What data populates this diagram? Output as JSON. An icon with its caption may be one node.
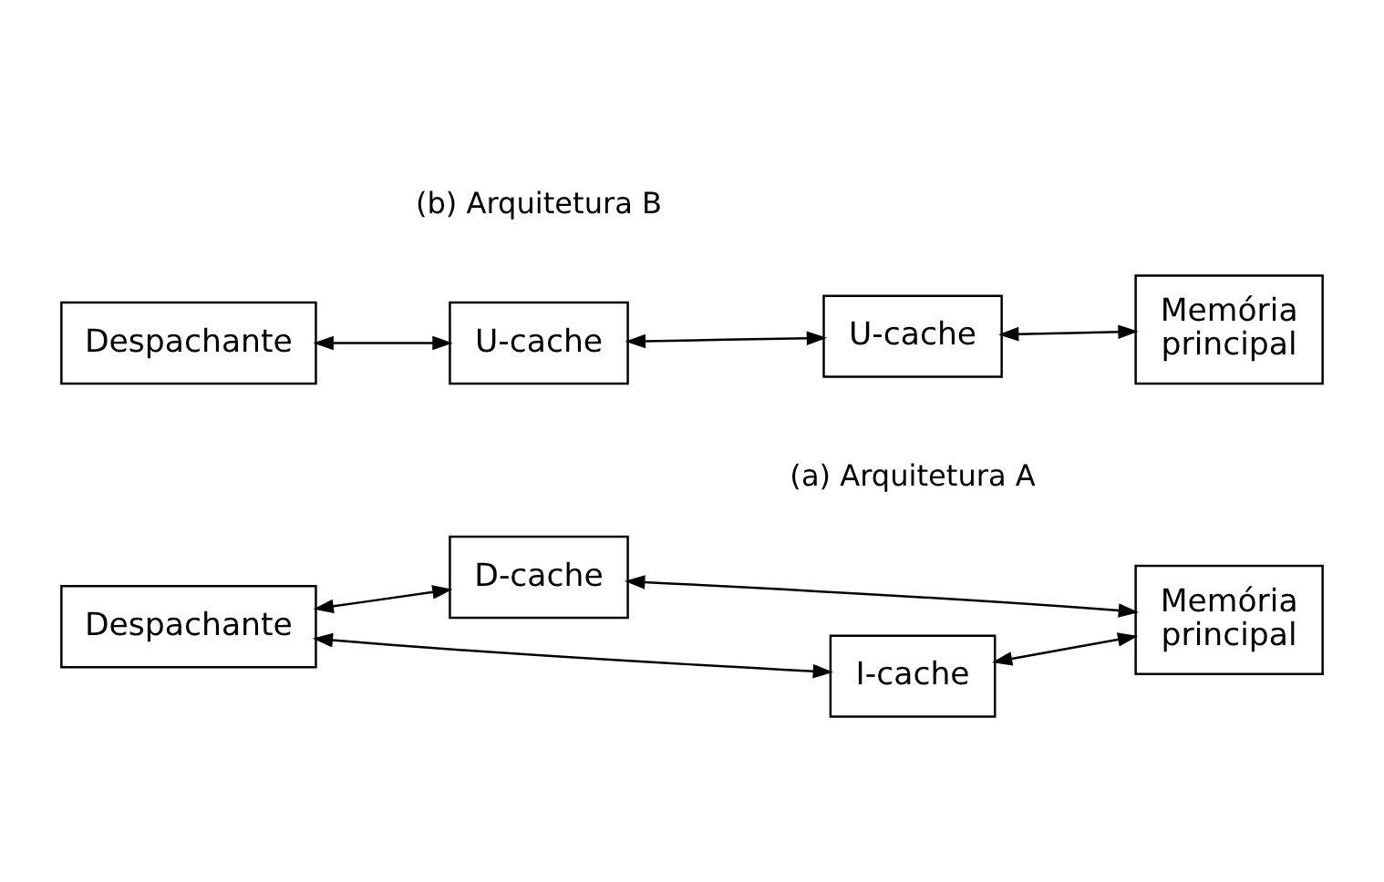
{
  "diagram": {
    "nodes": [
      {
        "text": [
          "Despachante"
        ]
      },
      {
        "text": [
          "I-cache"
        ]
      },
      {
        "text": [
          "D-cache"
        ]
      },
      {
        "text": [
          "Memória principal"
        ]
      },
      {
        "text": [
          "Despachante"
        ]
      },
      {
        "text": [
          "U-cache"
        ]
      },
      {
        "text": [
          "U-cache"
        ]
      },
      {
        "text": [
          "Memória principal"
        ]
      }
    ],
    "edges": [
      {
        "from": 0,
        "to": 1,
        "arrow": "both"
      },
      {
        "from": 0,
        "to": 2,
        "arrow": "both"
      },
      {
        "from": 1,
        "to": 3,
        "arrow": "both"
      },
      {
        "from": 2,
        "to": 3,
        "arrow": "both"
      },
      {
        "from": 4,
        "to": 5,
        "arrow": "both"
      },
      {
        "from": 5,
        "to": 6,
        "arrow": "both"
      },
      {
        "from": 6,
        "to": 7,
        "arrow": "both"
      }
    ],
    "labels": [
      "(a) Arquitetura A",
      "(b) Arquitetura B"
    ]
  }
}
